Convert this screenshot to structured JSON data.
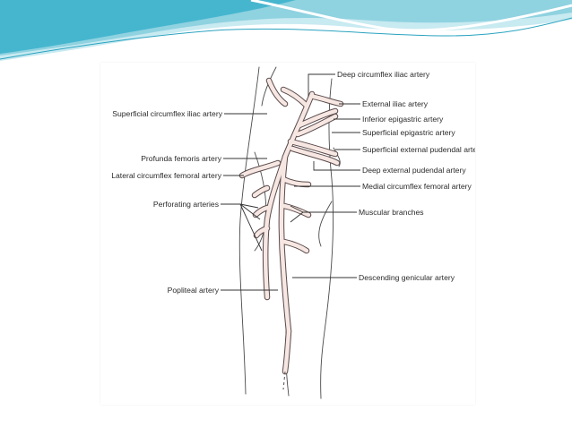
{
  "colors": {
    "banner_light": "#bfe6ee",
    "banner_dark": "#3fb4cc",
    "artery_fill": "#f7e7e3",
    "line": "#333333"
  },
  "labels": {
    "deep_circumflex_iliac": "Deep circumflex iliac artery",
    "external_iliac": "External iliac artery",
    "inferior_epigastric": "Inferior epigastric artery",
    "superficial_epigastric": "Superficial epigastric artery",
    "superficial_external_pudendal": "Superficial external pudendal artery",
    "deep_external_pudendal": "Deep external pudendal artery",
    "medial_circumflex_femoral": "Medial circumflex femoral artery",
    "muscular_branches": "Muscular branches",
    "descending_genicular": "Descending genicular artery",
    "superficial_circumflex_iliac": "Superficial circumflex iliac artery",
    "profunda_femoris": "Profunda femoris artery",
    "lateral_circumflex_femoral": "Lateral circumflex femoral artery",
    "perforating_arteries": "Perforating arteries",
    "popliteal": "Popliteal artery"
  }
}
